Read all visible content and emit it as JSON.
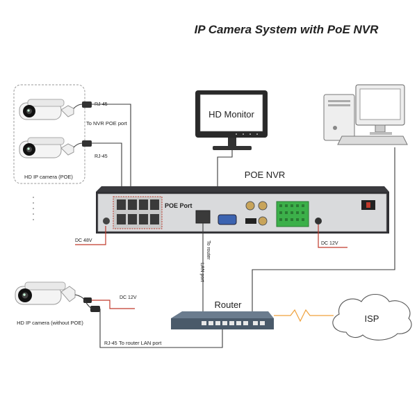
{
  "title": "IP Camera System with PoE NVR",
  "labels": {
    "hd_monitor": "HD Monitor",
    "poe_nvr": "POE NVR",
    "poe_port": "POE Port",
    "router": "Router",
    "isp": "ISP",
    "cam_poe": "HD IP camera (POE)",
    "cam_no_poe": "HD IP camera (without POE)",
    "rj45_a": "RJ-45",
    "rj45_b": "RJ-45",
    "to_nvr_poe": "To NVR POE port",
    "dc48": "DC 48V",
    "dc12_nvr": "DC 12V",
    "dc12_cam": "DC 12V",
    "rj45_router": "RJ-45",
    "to_router_lan_bottom": "To router LAN port",
    "to_router_lan_vertical_1": "To router",
    "to_router_lan_vertical_2": "LAN port",
    "ellipsis": "· · · · ·"
  },
  "colors": {
    "accent_red": "#c0392b",
    "nvr_body": "#2f2f33",
    "nvr_panel": "#d9dadc",
    "terminal_green": "#3cb04a",
    "monitor_frame": "#2a2a2a",
    "pc_gray": "#e6e6e6",
    "router_body": "#4a5a6a",
    "isp_orange": "#f0a23c"
  }
}
